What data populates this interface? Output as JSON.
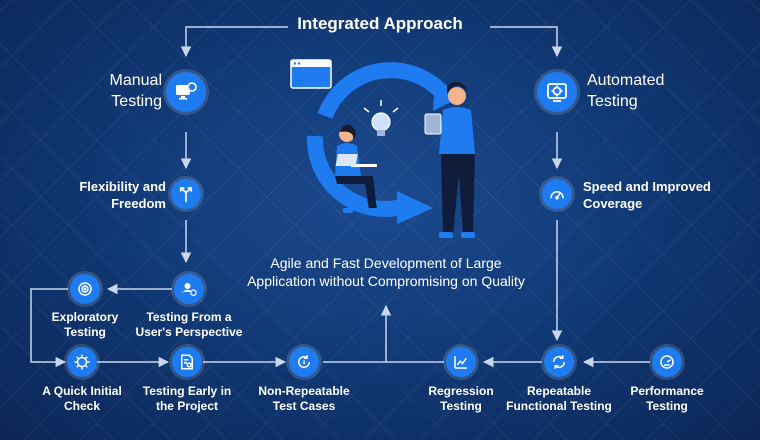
{
  "title": "Integrated Approach",
  "manual": {
    "line1": "Manual",
    "line2": "Testing"
  },
  "automated": {
    "line1": "Automated",
    "line2": "Testing"
  },
  "flexibility": {
    "line1": "Flexibility and",
    "line2": "Freedom"
  },
  "speed": {
    "line1": "Speed and Improved",
    "line2": "Coverage"
  },
  "agile": {
    "line1": "Agile and Fast Development of Large",
    "line2": "Application without Compromising on Quality"
  },
  "left_nodes": {
    "exploratory": {
      "line1": "Exploratory",
      "line2": "Testing"
    },
    "perspective": {
      "line1": "Testing From a",
      "line2": "User's Perspective"
    },
    "quick": {
      "line1": "A Quick Initial",
      "line2": "Check"
    },
    "early": {
      "line1": "Testing Early in",
      "line2": "the Project"
    },
    "nonrepeat": {
      "line1": "Non-Repeatable",
      "line2": "Test Cases"
    }
  },
  "right_nodes": {
    "regression": {
      "line1": "Regression",
      "line2": "Testing"
    },
    "repeatable": {
      "line1": "Repeatable",
      "line2": "Functional Testing"
    },
    "performance": {
      "line1": "Performance",
      "line2": "Testing"
    }
  },
  "colors": {
    "accent": "#1f7cf0",
    "line": "#c8d6ee",
    "background": "#113a77"
  },
  "icons": {
    "manual": "monitor-gear-icon",
    "automated": "automation-gear-icon",
    "flexibility": "directions-arrows-icon",
    "speed": "speedometer-icon",
    "exploratory": "target-search-icon",
    "perspective": "user-gear-icon",
    "quick": "gear-check-icon",
    "early": "document-settings-icon",
    "nonrepeat": "refresh-one-icon",
    "regression": "chart-trend-icon",
    "repeatable": "cycle-arrows-icon",
    "performance": "performance-gauge-icon"
  }
}
